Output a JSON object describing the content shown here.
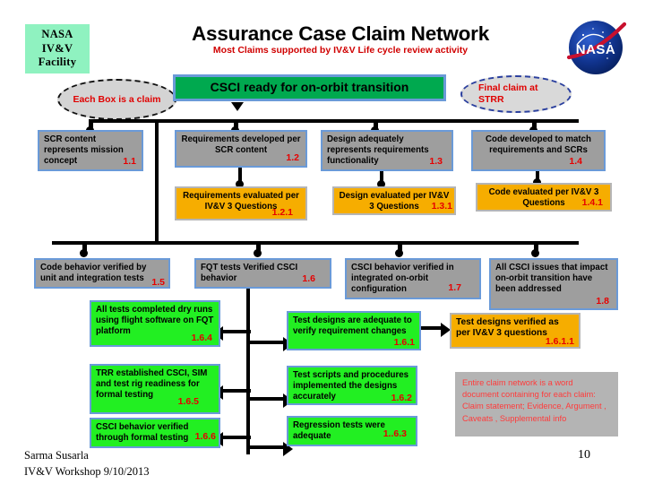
{
  "header": {
    "facility_label": "NASA\nIV&V\nFacility",
    "facility_lines": [
      "NASA",
      "IV&V",
      "Facility"
    ],
    "title": "Assurance Case Claim Network",
    "subtitle": "Most Claims supported by IV&V Life cycle review activity",
    "logo_name": "nasa-meatball-logo"
  },
  "callouts": {
    "each_box": "Each Box is a claim",
    "final_claim": "Final claim at STRR"
  },
  "top_claim": {
    "text": "CSCI ready for on-orbit transition"
  },
  "nodes": [
    {
      "id": "n1_1",
      "text": "SCR content represents mission concept",
      "num": "1.1"
    },
    {
      "id": "n1_2",
      "text": "Requirements  developed per SCR content",
      "num": "1.2"
    },
    {
      "id": "n1_3",
      "text": "Design  adequately represents requirements functionality",
      "num": "1.3"
    },
    {
      "id": "n1_4",
      "text": "Code  developed  to  match  requirements and SCRs",
      "num": "1.4"
    },
    {
      "id": "n1_2_1",
      "text": "Requirements   evaluated per IV&V  3 Questions",
      "num": "1.2.1"
    },
    {
      "id": "n1_3_1",
      "text": "Design evaluated per IV&V  3 Questions",
      "num": "1.3.1"
    },
    {
      "id": "n1_4_1",
      "text": "Code  evaluated per IV&V 3 Questions",
      "num": "1.4.1"
    },
    {
      "id": "n1_5",
      "text": "Code behavior verified by unit and integration tests",
      "num": "1.5"
    },
    {
      "id": "n1_6",
      "text": "FQT  tests Verified CSCI behavior",
      "num": "1.6"
    },
    {
      "id": "n1_7",
      "text": "CSCI behavior  verified in integrated on-orbit configuration",
      "num": "1.7"
    },
    {
      "id": "n1_8",
      "text": "All CSCI issues that impact   on-orbit transition  have  been addressed",
      "num": "1.8"
    },
    {
      "id": "n1_6_4",
      "text": "All tests completed dry runs  using flight software on FQT platform",
      "num": "1.6.4"
    },
    {
      "id": "n1_6_1",
      "text": "Test designs  are adequate to verify requirement changes",
      "num": "1.6.1"
    },
    {
      "id": "n1_6_1_1",
      "text": "Test designs verified as per IV&V 3 questions",
      "num": "1.6.1.1"
    },
    {
      "id": "n1_6_5",
      "text": "TRR established CSCI, SIM and test rig readiness for formal testing",
      "num": "1.6.5"
    },
    {
      "id": "n1_6_2",
      "text": "Test scripts and procedures  implemented the designs accurately",
      "num": "1.6.2"
    },
    {
      "id": "n1_6_6",
      "text": "CSCI behavior verified through formal testing",
      "num": "1.6.6"
    },
    {
      "id": "n1_6_3",
      "text": "Regression tests were adequate",
      "num": "1..6.3"
    }
  ],
  "note": {
    "text": "Entire claim network is a word document containing for each claim: Claim statement; Evidence, Argument , Caveats , Supplemental info"
  },
  "footer": {
    "author": "Sarma Susarla",
    "event": "IV&V Workshop  9/10/2013",
    "page_number": "10"
  },
  "colors": {
    "gray_node": "#9e9e9e",
    "amber_node": "#f6ad00",
    "green_node": "#22ef22",
    "dark_green": "#00a94f",
    "node_border": "#6a9ad8",
    "number_red": "#e60000",
    "accent_red": "#d00000",
    "facility_green": "#8ff2c0"
  }
}
